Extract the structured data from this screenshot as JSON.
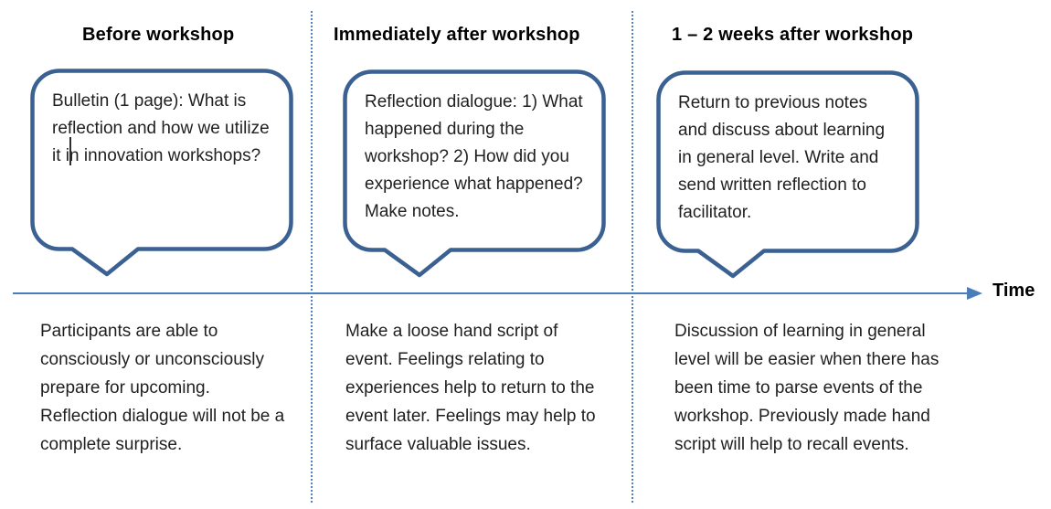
{
  "diagram": {
    "axis": {
      "label": "Time"
    },
    "columns": [
      {
        "heading": "Before workshop",
        "bubble_text": "Bulletin (1 page): What is reflection and how we utilize it in innovation workshops?",
        "note_text": "Participants are able to consciously or unconsciously prepare for upcoming. Reflection dialogue will not be a complete surprise."
      },
      {
        "heading": "Immediately after workshop",
        "bubble_text": "Reflection dialogue: 1) What happened during the workshop? 2) How did you experience what happened? Make notes.",
        "note_text": "Make a loose hand script of event. Feelings relating to experiences help to return to the event later. Feelings may help to surface valuable issues."
      },
      {
        "heading": "1 – 2 weeks after workshop",
        "bubble_text": "Return to previous notes and discuss about learning in general level. Write and send written reflection to facilitator.",
        "note_text": "Discussion of learning in general level will be easier when there has been time to parse events of the workshop. Previously made hand script will help to recall events."
      }
    ],
    "colors": {
      "bubble_border": "#3B6192",
      "axis_line": "#4A7EBB",
      "divider_dots": "#4F81BD",
      "text": "#1F1F1F",
      "heading_text": "#000000"
    }
  }
}
